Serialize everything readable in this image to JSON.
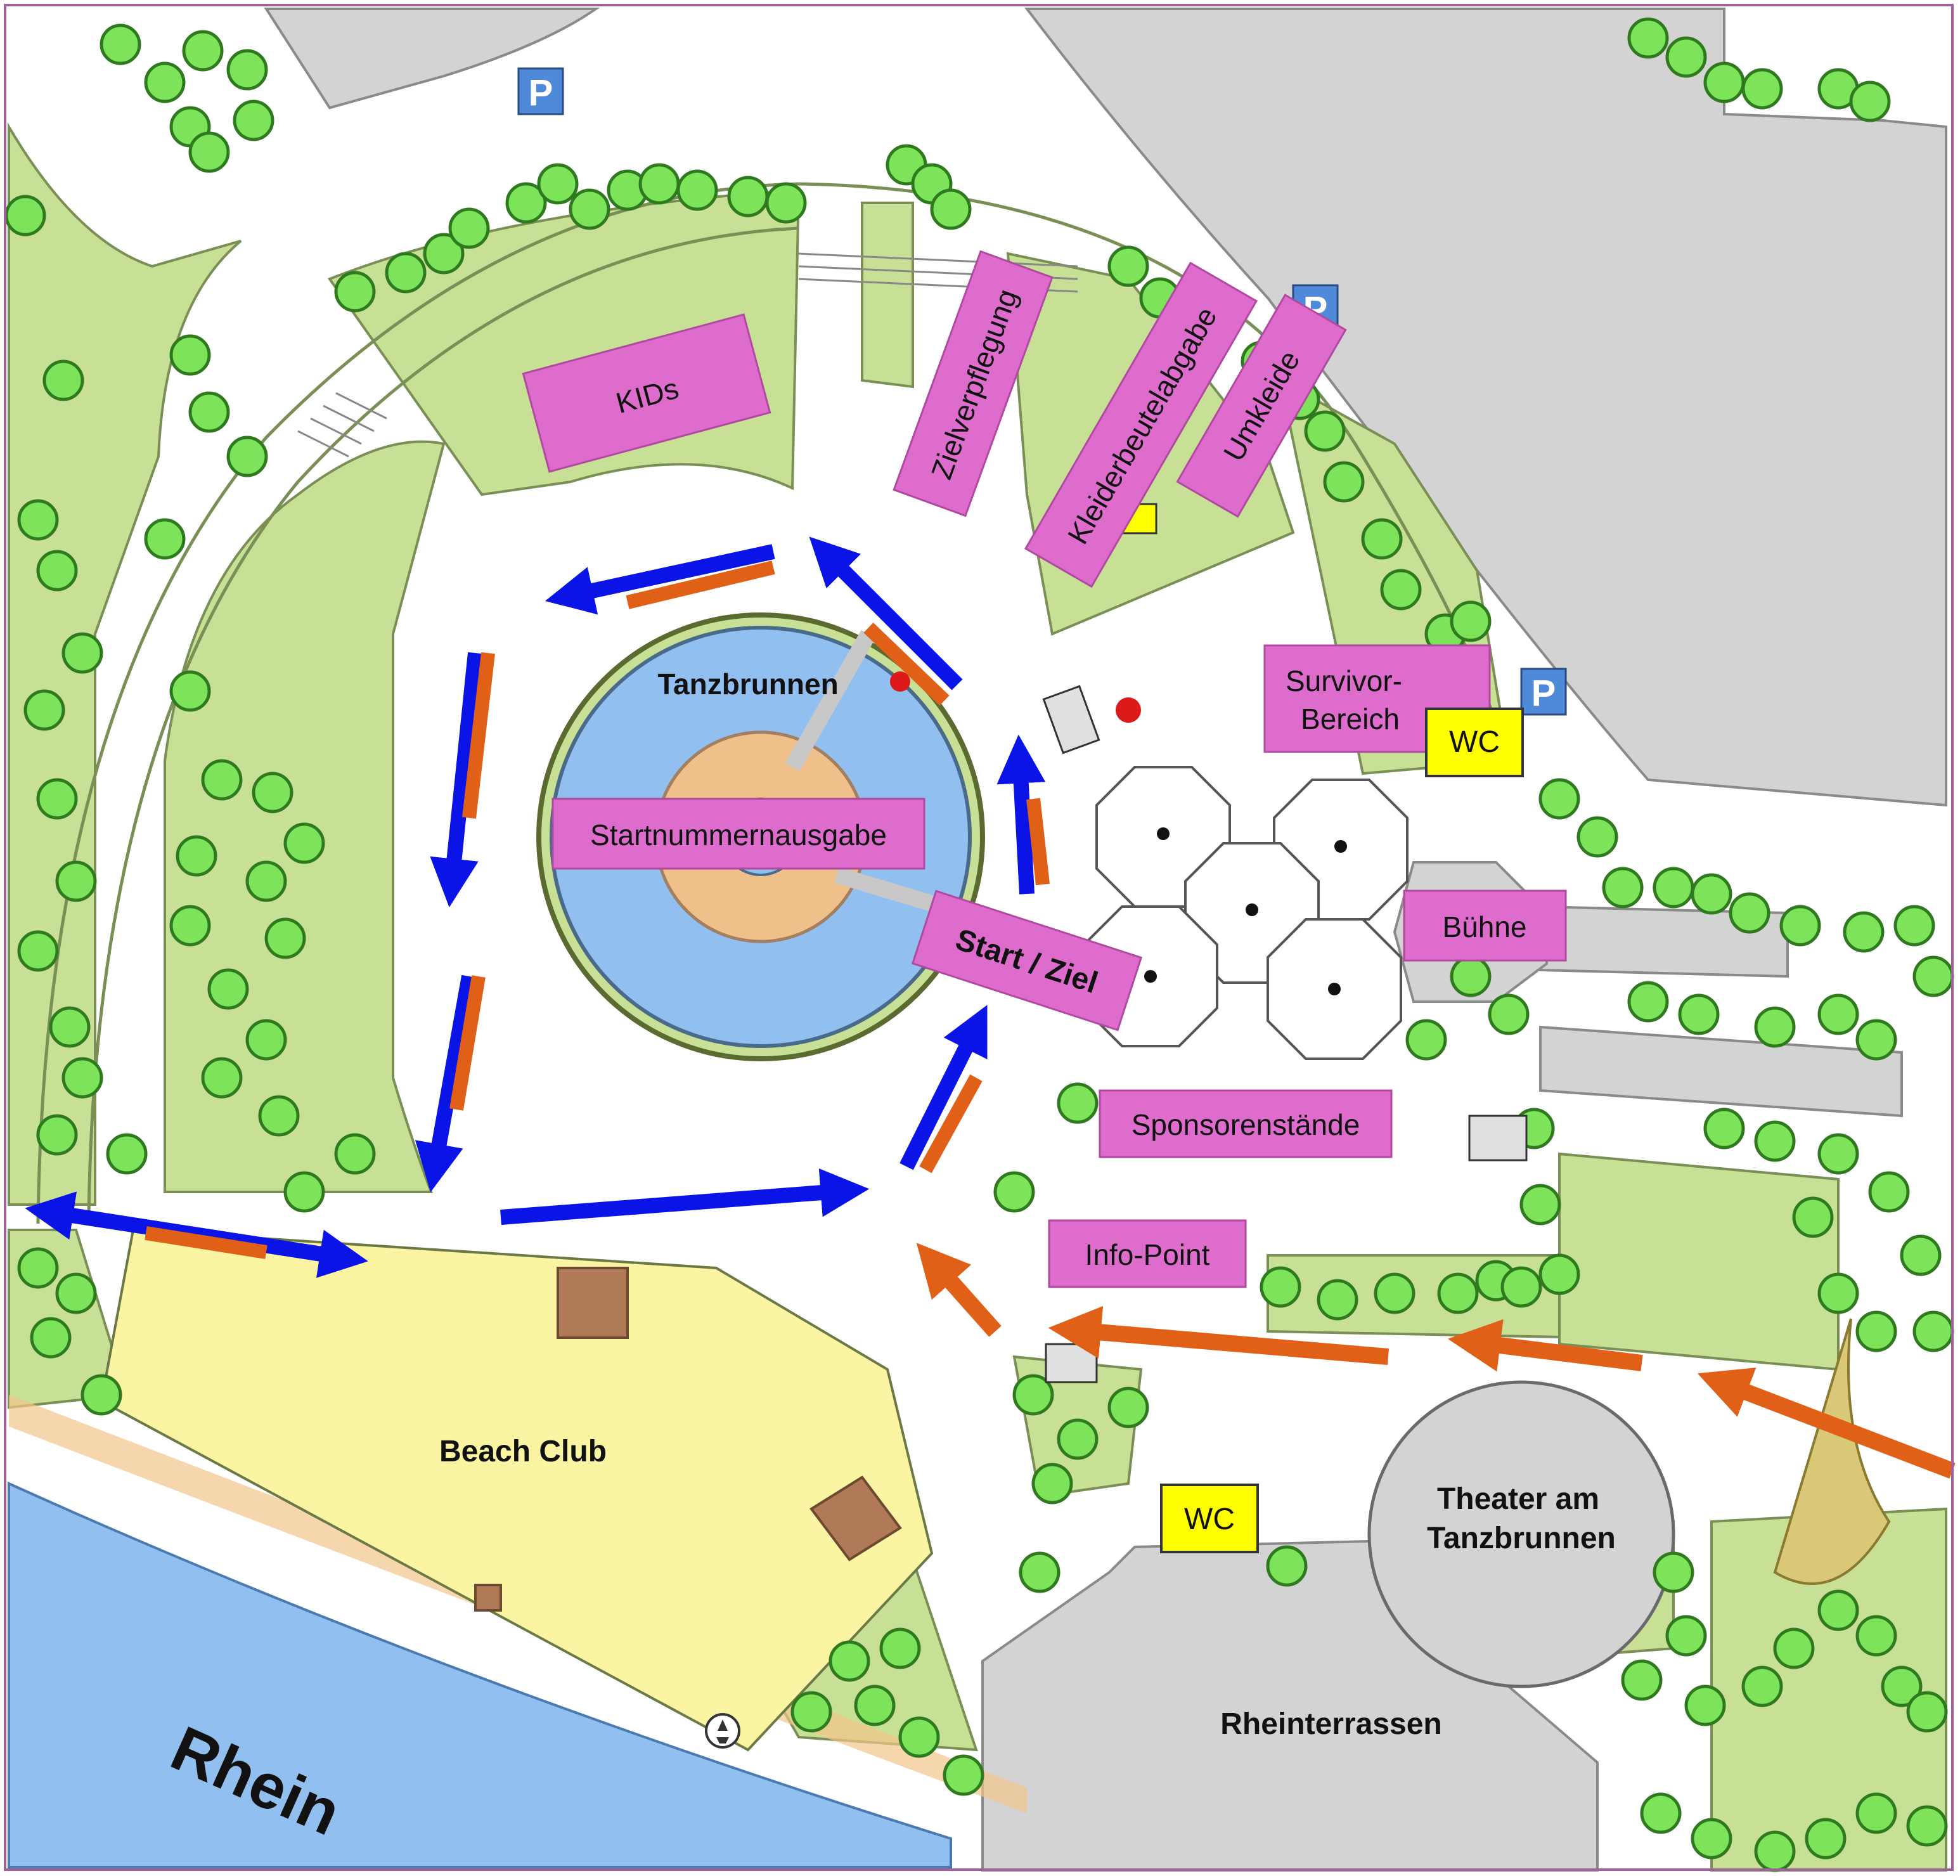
{
  "map": {
    "colors": {
      "grass": "#c8e096",
      "grass_edge": "#7a8f55",
      "tree": "#7de35a",
      "tree_edge": "#2f7a1f",
      "building": "#d3d3d3",
      "water": "#91bff0",
      "beach": "#fbf5a3",
      "label_box": "#dd6ccc",
      "wc_box": "#ffff00",
      "blue_arrow": "#0a14e6",
      "orange_arrow": "#e06018",
      "parking": "#4f8ad8",
      "fountain_center": "#f0c08a",
      "frame": "#a0609a"
    },
    "labels": {
      "kids": "KIDs",
      "zielverpflegung": "Zielverpflegung",
      "kleiderbeutel": "Kleiderbeutelabgabe",
      "umkleide": "Umkleide",
      "tanzbrunnen": "Tanzbrunnen",
      "startnummern": "Startnummernausgabe",
      "start_ziel": "Start / Ziel",
      "survivor_line1": "Survivor-",
      "survivor_line2": "Bereich",
      "wc_east": "WC",
      "buehne": "Bühne",
      "sponsoren": "Sponsorenstände",
      "info_point": "Info-Point",
      "beach_club": "Beach Club",
      "theater_line1": "Theater am",
      "theater_line2": "Tanzbrunnen",
      "wc_south": "WC",
      "rheinterrassen": "Rheinterrassen",
      "rhein": "Rhein",
      "parking_symbol": "P"
    }
  }
}
